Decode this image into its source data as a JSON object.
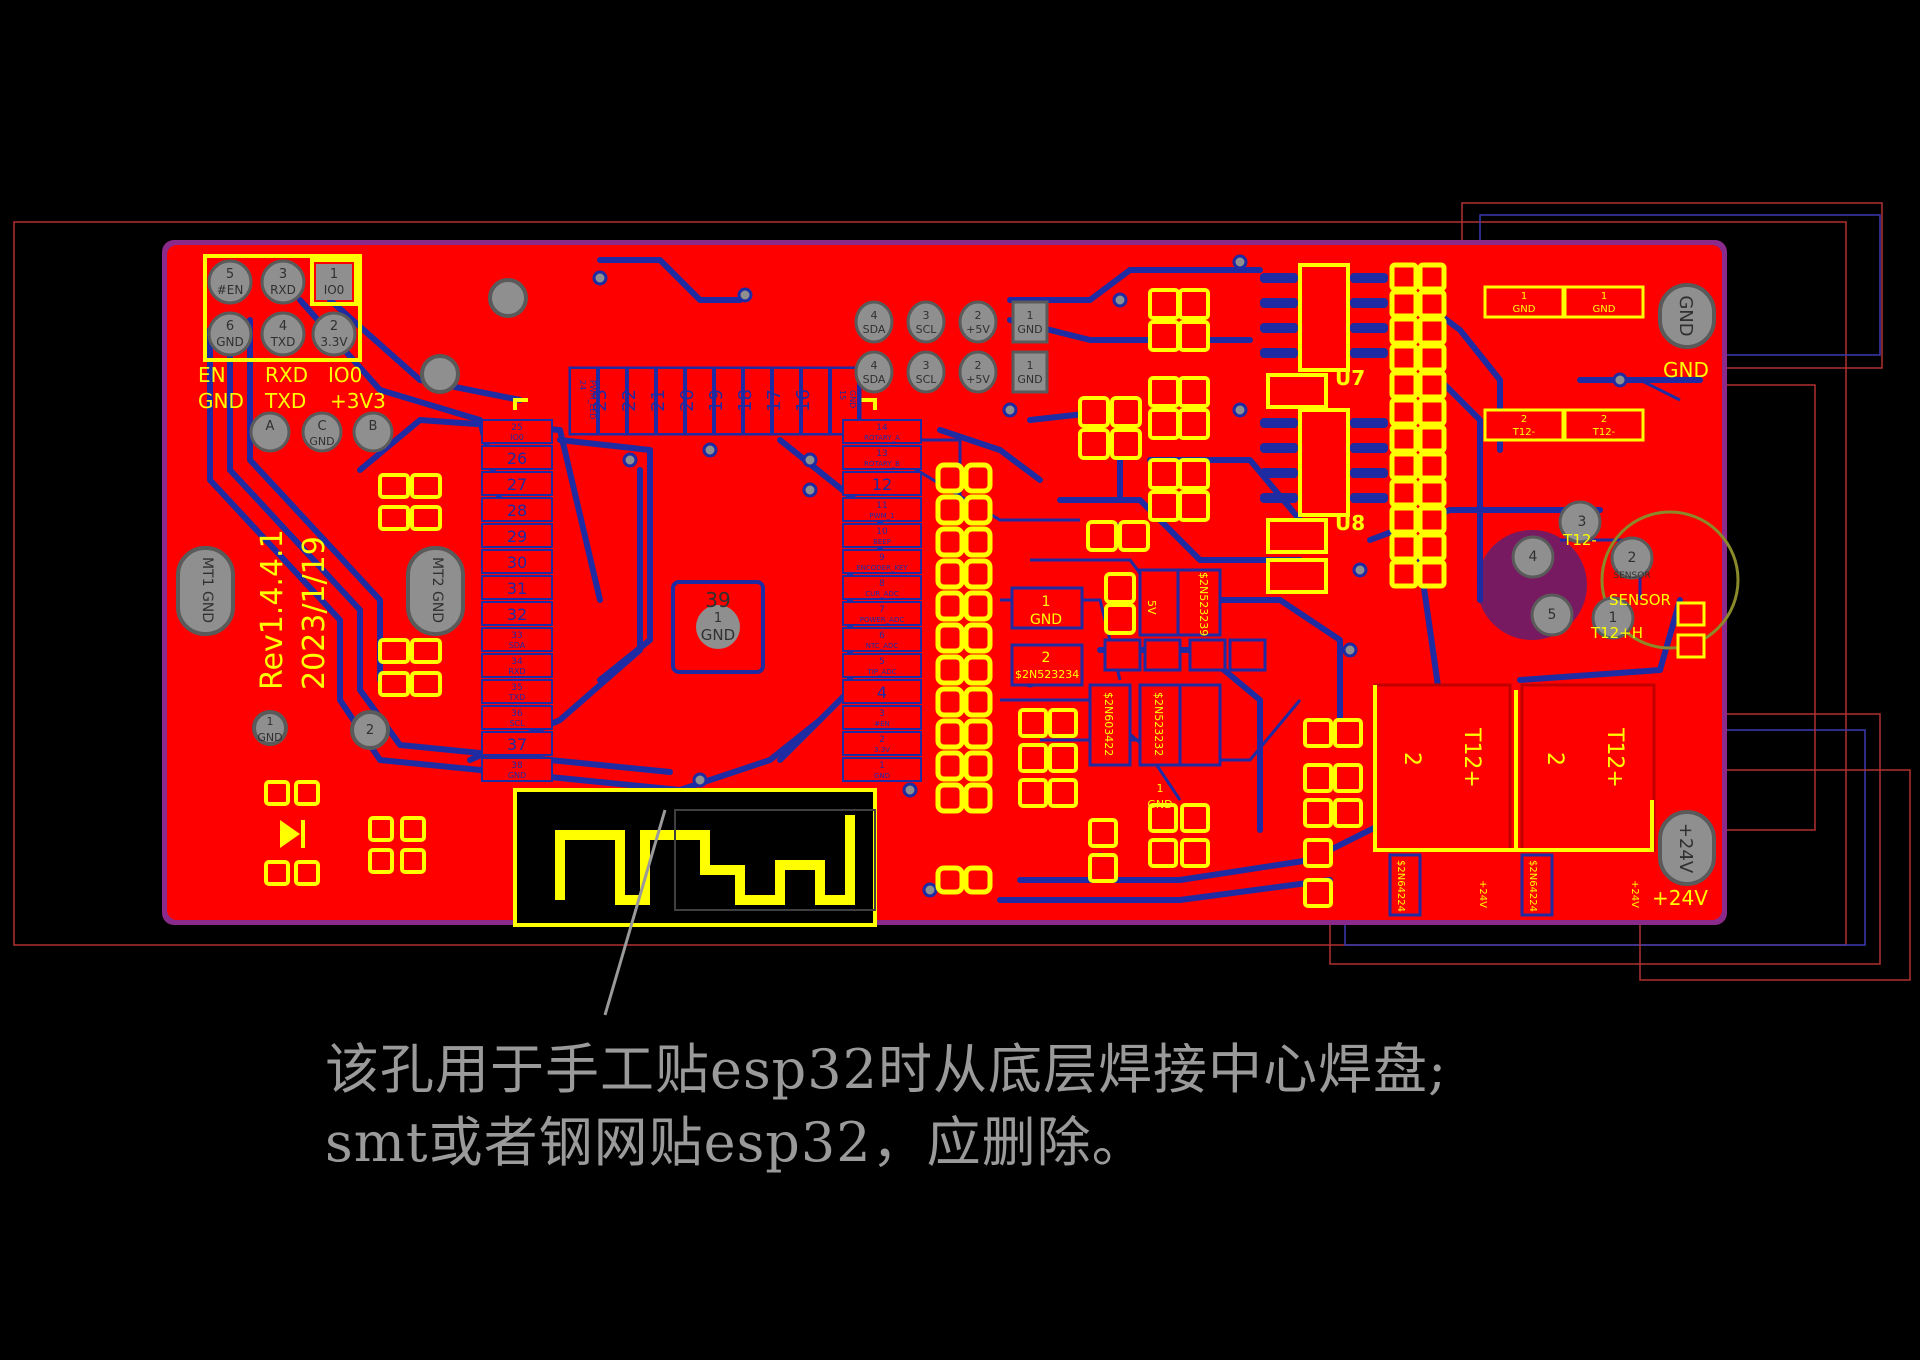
{
  "board": {
    "colors": {
      "background": "#000000",
      "copper_top": "#ff0000",
      "copper_bottom": "#1e2ba3",
      "silkscreen": "#ffff00",
      "outline": "#8a2a8a",
      "mechanical": "#b03030",
      "pad": "#8f8f8f",
      "annotation": "#9a9a9a"
    },
    "revision": "Rev1.4.4.1",
    "date": "2023/1/19"
  },
  "labels": {
    "serial_header": {
      "pins": [
        {
          "num": "5",
          "name": "#EN"
        },
        {
          "num": "3",
          "name": "RXD"
        },
        {
          "num": "1",
          "name": "IO0"
        },
        {
          "num": "6",
          "name": "GND"
        },
        {
          "num": "4",
          "name": "TXD"
        },
        {
          "num": "2",
          "name": "3.3V"
        }
      ],
      "row1": [
        "EN",
        "RXD",
        "IO0"
      ],
      "row2": [
        "GND",
        "TXD",
        "+3V3"
      ]
    },
    "abc_pads": [
      "A",
      "C",
      "B"
    ],
    "abc_sub": "GND",
    "i2c_pads": [
      "SDA",
      "SCL",
      "+5V",
      "GND"
    ],
    "i2c_nums": [
      "4",
      "3",
      "2",
      "1"
    ],
    "mt1": "MT1 GND",
    "mt2": "MT2 GND",
    "gnd_pad_1": "GND",
    "gnd_pad_num": "1",
    "mount_hole_num": "2",
    "esp_top_pins": [
      "23",
      "22",
      "21",
      "20",
      "19",
      "18",
      "17",
      "16"
    ],
    "esp_top_small": [
      "24",
      "PWM_LED",
      "15",
      "GND"
    ],
    "esp_left_pins": [
      {
        "num": "25",
        "name": "IO0"
      },
      {
        "num": "26",
        "name": ""
      },
      {
        "num": "27",
        "name": ""
      },
      {
        "num": "28",
        "name": ""
      },
      {
        "num": "29",
        "name": ""
      },
      {
        "num": "30",
        "name": ""
      },
      {
        "num": "31",
        "name": ""
      },
      {
        "num": "32",
        "name": ""
      },
      {
        "num": "33",
        "name": "SDA"
      },
      {
        "num": "34",
        "name": "RXD"
      },
      {
        "num": "35",
        "name": "TXD"
      },
      {
        "num": "36",
        "name": "SCL"
      },
      {
        "num": "37",
        "name": ""
      },
      {
        "num": "38",
        "name": "GND"
      }
    ],
    "esp_right_pins": [
      {
        "num": "14",
        "name": "ROTARY_A"
      },
      {
        "num": "13",
        "name": "ROTARY_B"
      },
      {
        "num": "12",
        "name": ""
      },
      {
        "num": "11",
        "name": "PWM_1"
      },
      {
        "num": "10",
        "name": "BEEP"
      },
      {
        "num": "9",
        "name": "ENCODER_KEY"
      },
      {
        "num": "8",
        "name": "CUR_ADC"
      },
      {
        "num": "7",
        "name": "POWER_ADC"
      },
      {
        "num": "6",
        "name": "NTC_ADC"
      },
      {
        "num": "5",
        "name": "TIP_ADC"
      },
      {
        "num": "4",
        "name": ""
      },
      {
        "num": "3",
        "name": "#EN"
      },
      {
        "num": "2",
        "name": "3.3V"
      },
      {
        "num": "1",
        "name": "GND"
      }
    ],
    "center_pad": {
      "num": "39",
      "sub_num": "1",
      "name": "GND"
    },
    "u7": "U7",
    "u8": "U8",
    "gnd_right": "GND",
    "gnd_pads_top": [
      "1",
      "GND",
      "1",
      "GND"
    ],
    "t12_minus_pads": [
      "2",
      "T12-",
      "2",
      "T12-"
    ],
    "sensor": {
      "pad3": "3",
      "t12m": "T12-",
      "pad4": "4",
      "pad2": "2",
      "sensor_small": "SENSOR",
      "sensor": "SENSOR",
      "pad5": "5",
      "pad1": "1",
      "t12h": "T12+H"
    },
    "t12_plus": [
      "2",
      "T12+",
      "2",
      "T12+"
    ],
    "v24_pad": "+24V",
    "v24_label": "+24V",
    "transistors": [
      "$2N523234",
      "$2N523239",
      "$2N603422",
      "$2N523232",
      "$2N64224",
      "$2N64224"
    ],
    "misc": [
      "1",
      "GND",
      "2",
      "1",
      "GND",
      "5V",
      "+24V",
      "+24V"
    ]
  },
  "annotation": {
    "line1": "该孔用于手工贴esp32时从底层焊接中心焊盘;",
    "line2": "smt或者钢网贴esp32，应删除。"
  }
}
